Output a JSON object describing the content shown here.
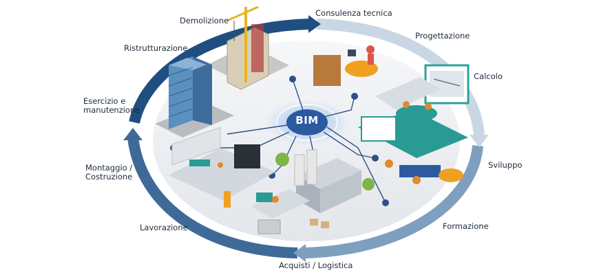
{
  "center": {
    "label": "BIM"
  },
  "phases": [
    {
      "id": "demolizione",
      "label": "Demolizione"
    },
    {
      "id": "consulenza",
      "label": "Consulenza tecnica"
    },
    {
      "id": "progettazione",
      "label": "Progettazione"
    },
    {
      "id": "ristrutturazione",
      "label": "Ristrutturazione"
    },
    {
      "id": "calcolo",
      "label": "Calcolo"
    },
    {
      "id": "esercizio",
      "label_line1": "Esercizio e",
      "label_line2": "manutenzione"
    },
    {
      "id": "sviluppo",
      "label": "Sviluppo"
    },
    {
      "id": "montaggio",
      "label_line1": "Montaggio /",
      "label_line2": "Costruzione"
    },
    {
      "id": "lavorazione",
      "label": "Lavorazione"
    },
    {
      "id": "formazione",
      "label": "Formazione"
    },
    {
      "id": "acquisti",
      "label": "Acquisti / Logistica"
    }
  ],
  "colors": {
    "ring_dark": "#1f4e80",
    "ring_mid": "#5f86ad",
    "ring_light": "#c9d6e4",
    "bim_node": "#2b5aa0",
    "bim_glow": "#8fb3df",
    "connector": "#2f4f8a",
    "platform": "#f0f2f4"
  }
}
